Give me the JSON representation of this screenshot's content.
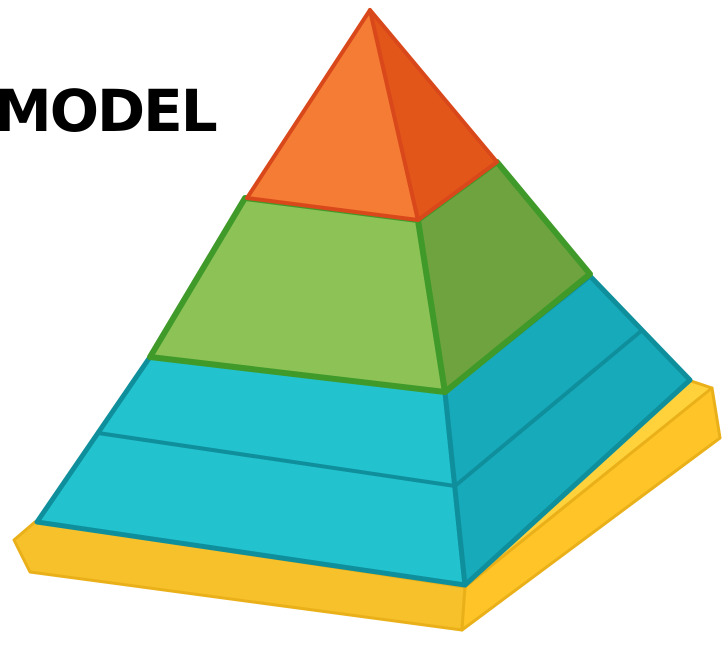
{
  "title": "MODEL",
  "colors": {
    "apex_front": "#f47c35",
    "apex_side": "#e3561a",
    "apex_outline": "#d9481a",
    "green_front": "#8dc257",
    "green_side": "#6fa33f",
    "green_outline": "#3f9a2a",
    "teal_front": "#22c3cf",
    "teal_side": "#17aabb",
    "teal_outline": "#0f8f9c",
    "base_top": "#ffd23c",
    "base_front": "#f7c12b",
    "base_side": "#ffc528",
    "base_outline": "#eab019"
  },
  "pyramid": {
    "levels": [
      {
        "name": "apex",
        "color_key": "orange"
      },
      {
        "name": "upper-middle",
        "color_key": "green"
      },
      {
        "name": "lower-middle",
        "color_key": "teal"
      },
      {
        "name": "bottom",
        "color_key": "teal"
      },
      {
        "name": "base-platform",
        "color_key": "yellow"
      }
    ]
  }
}
